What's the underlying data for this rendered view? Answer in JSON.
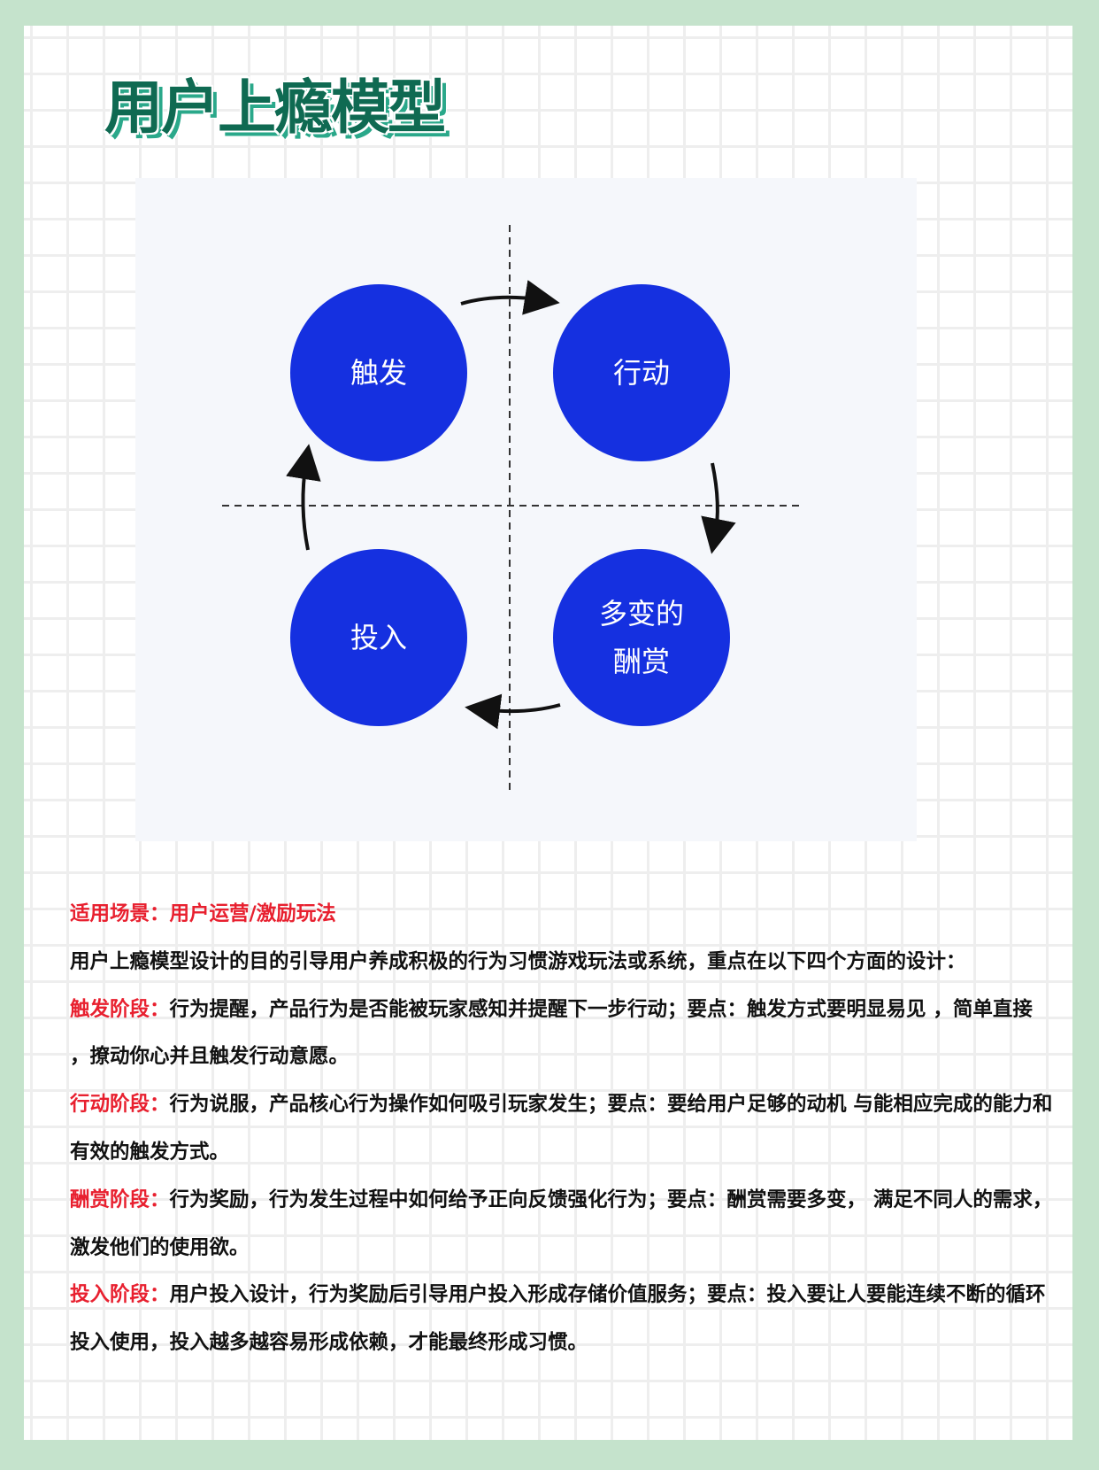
{
  "title": "用户上瘾模型",
  "diagram": {
    "nodes": [
      "触发",
      "行动",
      "多变的",
      "酬赏",
      "投入"
    ]
  },
  "text": {
    "scene_label": "适用场景：用户运营/激励玩法",
    "intro": "用户上瘾模型设计的目的引导用户养成积极的行为习惯游戏玩法或系统，重点在以下四个方面的设计：",
    "stages": [
      {
        "label": "触发阶段：",
        "body": "行为提醒，产品行为是否能被玩家感知并提醒下一步行动；要点：触发方式要明显易见 ，简单直接 ，撩动你心并且触发行动意愿。"
      },
      {
        "label": "行动阶段：",
        "body": "行为说服，产品核心行为操作如何吸引玩家发生；要点：要给用户足够的动机 与能相应完成的能力和有效的触发方式。"
      },
      {
        "label": "酬赏阶段：",
        "body": "行为奖励，行为发生过程中如何给予正向反馈强化行为；要点：酬赏需要多变， 满足不同人的需求，激发他们的使用欲。"
      },
      {
        "label": "投入阶段：",
        "body": "用户投入设计，行为奖励后引导用户投入形成存储价值服务；要点：投入要让人要能连续不断的循环投入使用，投入越多越容易形成依赖，才能最终形成习惯。"
      }
    ]
  },
  "colors": {
    "accent": "#1530e0",
    "red": "#e8202f",
    "title": "#0f6a52",
    "border": "#c5e3cc"
  }
}
